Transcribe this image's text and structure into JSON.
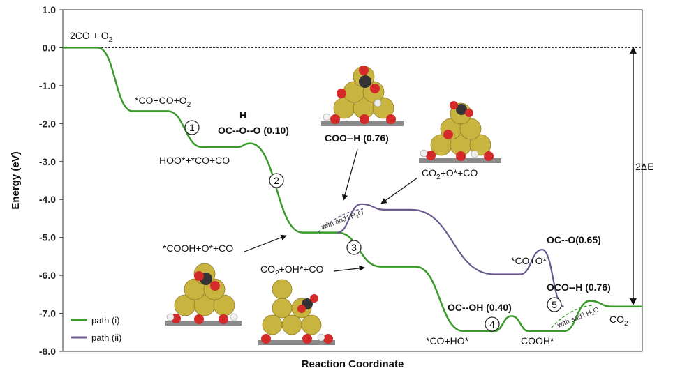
{
  "chart_data": {
    "type": "line",
    "xlabel": "Reaction Coordinate",
    "ylabel": "Energy (eV)",
    "ylim": [
      -8.0,
      1.0
    ],
    "yticks": [
      "1.0",
      "0.0",
      "-1.0",
      "-2.0",
      "-3.0",
      "-4.0",
      "-5.0",
      "-6.0",
      "-7.0",
      "-8.0"
    ],
    "grid": false,
    "legend_position": "bottom-left",
    "colors": {
      "path_i": "#3a9b2b",
      "path_ii": "#6b5a8e"
    },
    "series": [
      {
        "name": "path (i)",
        "points": [
          [
            0,
            0.0
          ],
          [
            0.8,
            0.0
          ],
          [
            1.6,
            -1.67
          ],
          [
            2.4,
            -1.67
          ],
          [
            3.2,
            -2.62
          ],
          [
            4.0,
            -2.62
          ],
          [
            4.3,
            -2.52
          ],
          [
            5.5,
            -4.87
          ],
          [
            6.3,
            -4.87
          ],
          [
            7.3,
            -5.77
          ],
          [
            8.1,
            -5.77
          ],
          [
            9.2,
            -7.47
          ],
          [
            9.9,
            -7.47
          ],
          [
            10.3,
            -7.07
          ],
          [
            10.7,
            -7.47
          ],
          [
            11.5,
            -7.47
          ],
          [
            12.1,
            -6.67
          ],
          [
            12.6,
            -6.82
          ],
          [
            13.3,
            -6.82
          ]
        ]
      },
      {
        "name": "path (ii)",
        "points": [
          [
            6.3,
            -4.87
          ],
          [
            6.85,
            -4.12
          ],
          [
            7.4,
            -4.27
          ],
          [
            8.0,
            -4.27
          ],
          [
            9.9,
            -5.97
          ],
          [
            10.5,
            -5.97
          ],
          [
            11.0,
            -5.32
          ],
          [
            11.5,
            -6.82
          ]
        ]
      }
    ],
    "reference_line": {
      "y": 0.0,
      "style": "dashed"
    },
    "range_arrow": {
      "from": 0.0,
      "to": -6.82,
      "label": "2ΔE"
    },
    "annotations": {
      "start": "2CO + O",
      "start_sub": "2",
      "s1": "*CO+CO+O",
      "s1_sub": "2",
      "s2": "HOO*+*CO+CO",
      "ts1_h": "H",
      "ts1": "OC--O--O (0.10)",
      "s3": "*COOH+O*+CO",
      "ts2": "COO--H (0.76)",
      "s4a": "CO",
      "s4a_sub": "2",
      "s4b": "+O*+CO",
      "s5a": "CO",
      "s5a_sub": "2",
      "s5b": "+OH*+CO",
      "s6": "*CO+O*",
      "ts3": "OC--O(0.65)",
      "ts4": "OC--OH (0.40)",
      "s7": "*CO+HO*",
      "s8": "COOH*",
      "ts5": "OCO--H (0.76)",
      "s9": "CO",
      "s9_sub": "2",
      "water_a": "with add'l H",
      "water_sub": "2",
      "water_b": "O",
      "step1": "1",
      "step2": "2",
      "step3": "3",
      "step4": "4",
      "step5": "5"
    }
  }
}
